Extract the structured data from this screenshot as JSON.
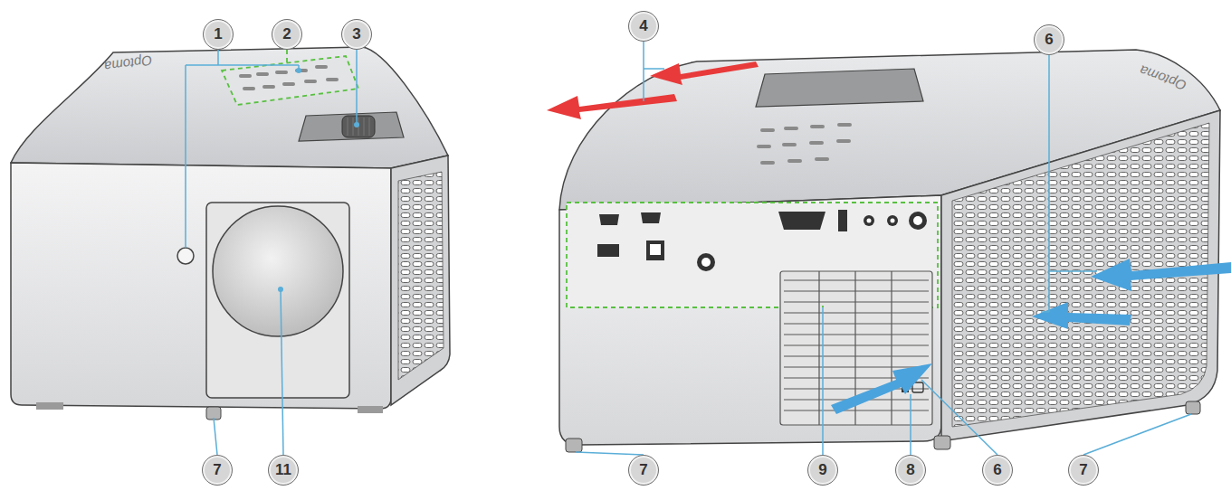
{
  "diagram": {
    "nodes": [
      {
        "text": [
          "1"
        ]
      },
      {
        "text": [
          "2"
        ]
      },
      {
        "text": [
          "3"
        ]
      },
      {
        "text": [
          "4"
        ]
      },
      {
        "text": [
          "6"
        ]
      },
      {
        "text": [
          "7"
        ]
      },
      {
        "text": [
          "11"
        ]
      },
      {
        "text": [
          "7"
        ]
      },
      {
        "text": [
          "9"
        ]
      },
      {
        "text": [
          "8"
        ]
      },
      {
        "text": [
          "6"
        ]
      },
      {
        "text": [
          "7"
        ]
      }
    ],
    "labels": [
      "Optoma",
      "Optoma"
    ]
  }
}
